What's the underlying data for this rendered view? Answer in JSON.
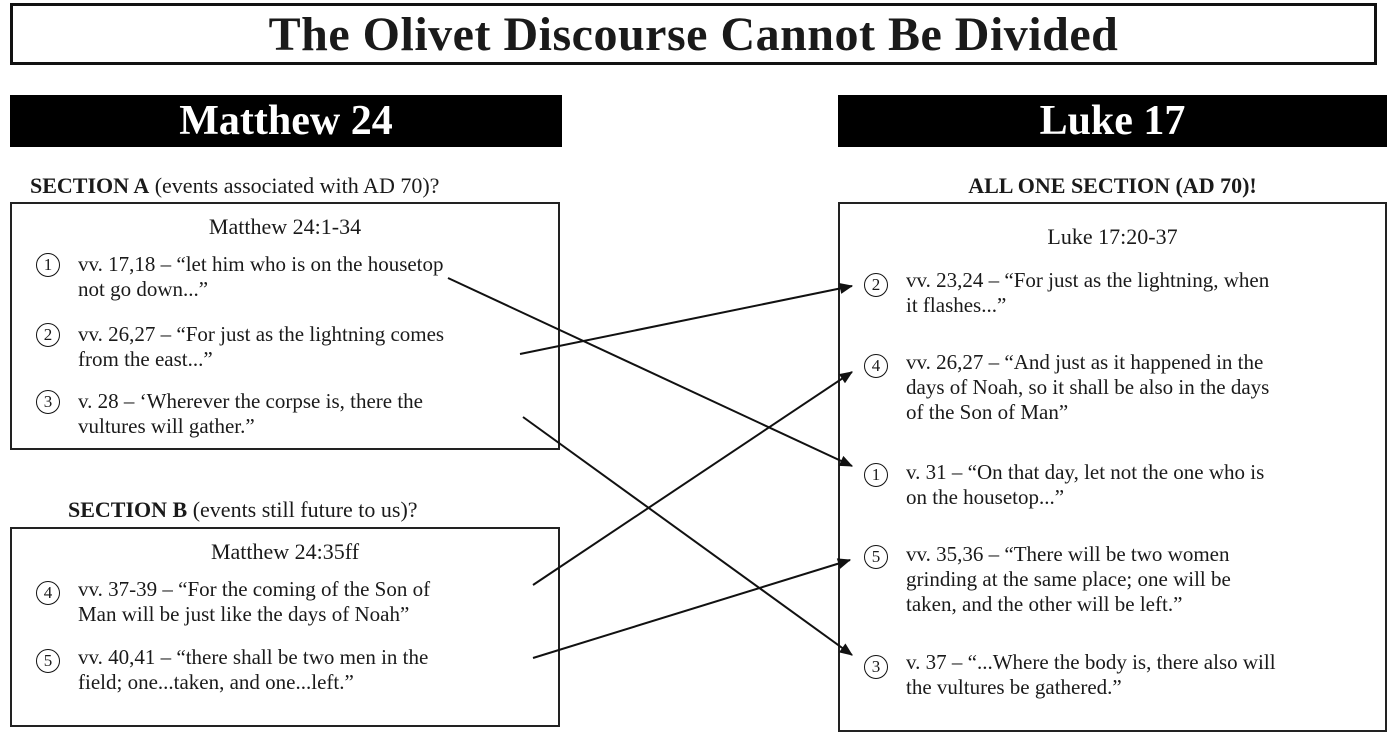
{
  "title": "The Olivet Discourse Cannot Be Divided",
  "left_heading": "Matthew 24",
  "right_heading": "Luke 17",
  "section_a": {
    "label_bold": "SECTION A",
    "label_rest": " (events associated with AD 70)?",
    "box_title": "Matthew 24:1-34",
    "entries": [
      {
        "num": "1",
        "line1": "vv. 17,18 – “let him who is on the housetop",
        "line2": "not go down...”"
      },
      {
        "num": "2",
        "line1": "vv. 26,27 – “For just as the lightning comes",
        "line2": "from the east...”"
      },
      {
        "num": "3",
        "line1": "v. 28 – ‘Wherever the corpse is, there the",
        "line2": "vultures will gather.”"
      }
    ]
  },
  "section_b": {
    "label_bold": "SECTION B",
    "label_rest": " (events still future to us)?",
    "box_title": "Matthew 24:35ff",
    "entries": [
      {
        "num": "4",
        "line1": "vv. 37-39 – “For the coming of the Son of",
        "line2": "Man will be just like the days of Noah”"
      },
      {
        "num": "5",
        "line1": "vv. 40,41 – “there shall be two men in the",
        "line2": "field; one...taken, and one...left.”"
      }
    ]
  },
  "luke": {
    "label": "ALL ONE SECTION (AD 70)!",
    "box_title": "Luke 17:20-37",
    "entries": [
      {
        "num": "2",
        "line1": "vv. 23,24 – “For just as the lightning, when",
        "line2": "it flashes...”",
        "line3": ""
      },
      {
        "num": "4",
        "line1": "vv. 26,27 – “And just as it happened in the",
        "line2": "days of Noah, so it shall be also in the days",
        "line3": "of the Son of Man”"
      },
      {
        "num": "1",
        "line1": "v. 31 – “On that day, let not the one who is",
        "line2": "on the housetop...”",
        "line3": ""
      },
      {
        "num": "5",
        "line1": "vv. 35,36 – “There will be two women",
        "line2": "grinding at the same place; one will be",
        "line3": "taken, and the other will be left.”"
      },
      {
        "num": "3",
        "line1": "v. 37 – “...Where the body is, there also will",
        "line2": "the vultures be gathered.”",
        "line3": ""
      }
    ]
  },
  "links": [
    {
      "from": "matthew-1",
      "to": "luke-1"
    },
    {
      "from": "matthew-2",
      "to": "luke-2"
    },
    {
      "from": "matthew-3",
      "to": "luke-3"
    },
    {
      "from": "matthew-4",
      "to": "luke-4"
    },
    {
      "from": "matthew-5",
      "to": "luke-5"
    }
  ]
}
